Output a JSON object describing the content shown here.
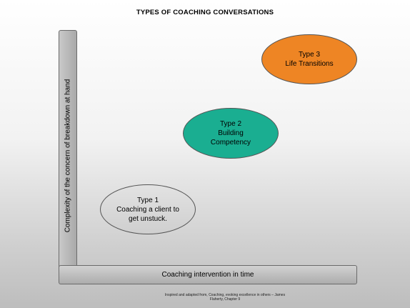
{
  "title": "TYPES OF COACHING  CONVERSATIONS",
  "y_axis_label": "Complexity of the concern of breakdown at hand",
  "x_axis_label": "Coaching intervention in time",
  "types": [
    {
      "line1": "Type 1",
      "line2": "Coaching a client to",
      "line3": "get unstuck.",
      "color": "#d6d6d6"
    },
    {
      "line1": "Type  2",
      "line2": "Building",
      "line3": "Competency",
      "color": "#1aae91"
    },
    {
      "line1": "Type  3",
      "line2": "Life Transitions",
      "line3": "",
      "color": "#ee8524"
    }
  ],
  "footnote": {
    "line1": "Inspired and adapted from, Coaching, evoking excellence in others – James",
    "line2": "Flaherty, Chapter 9"
  }
}
